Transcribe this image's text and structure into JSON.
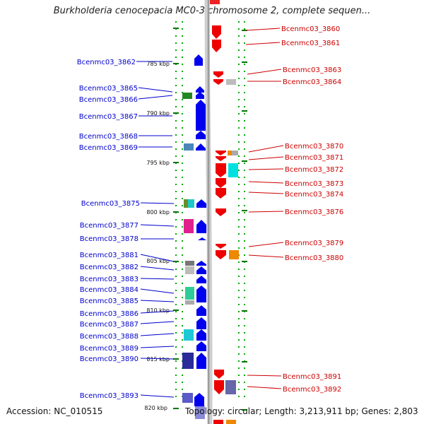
{
  "title": "Burkholderia cenocepacia MC0-3 chromosome 2, complete sequen...",
  "footer": {
    "accession": "Accession: NC_010515",
    "topology": "Topology: circular; Length: 3,213,911 bp; Genes: 2,803"
  },
  "colors": {
    "forward": "#0000ee",
    "reverse": "#ee0000",
    "backbone": "#9a9a9a",
    "ticks": "#00aa00"
  },
  "scale_labels": [
    "785 kbp",
    "790 kbp",
    "795 kbp",
    "800 kbp",
    "805 kbp",
    "810 kbp",
    "815 kbp",
    "820 kbp"
  ],
  "left_genes": [
    "Bcenmc03_3862",
    "Bcenmc03_3865",
    "Bcenmc03_3866",
    "Bcenmc03_3867",
    "Bcenmc03_3868",
    "Bcenmc03_3869",
    "Bcenmc03_3875",
    "Bcenmc03_3877",
    "Bcenmc03_3878",
    "Bcenmc03_3881",
    "Bcenmc03_3882",
    "Bcenmc03_3883",
    "Bcenmc03_3884",
    "Bcenmc03_3885",
    "Bcenmc03_3886",
    "Bcenmc03_3887",
    "Bcenmc03_3888",
    "Bcenmc03_3889",
    "Bcenmc03_3890",
    "Bcenmc03_3893"
  ],
  "right_genes": [
    "Bcenmc03_3860",
    "Bcenmc03_3861",
    "Bcenmc03_3863",
    "Bcenmc03_3864",
    "Bcenmc03_3870",
    "Bcenmc03_3871",
    "Bcenmc03_3872",
    "Bcenmc03_3873",
    "Bcenmc03_3874",
    "Bcenmc03_3876",
    "Bcenmc03_3879",
    "Bcenmc03_3880",
    "Bcenmc03_3891",
    "Bcenmc03_3892"
  ]
}
